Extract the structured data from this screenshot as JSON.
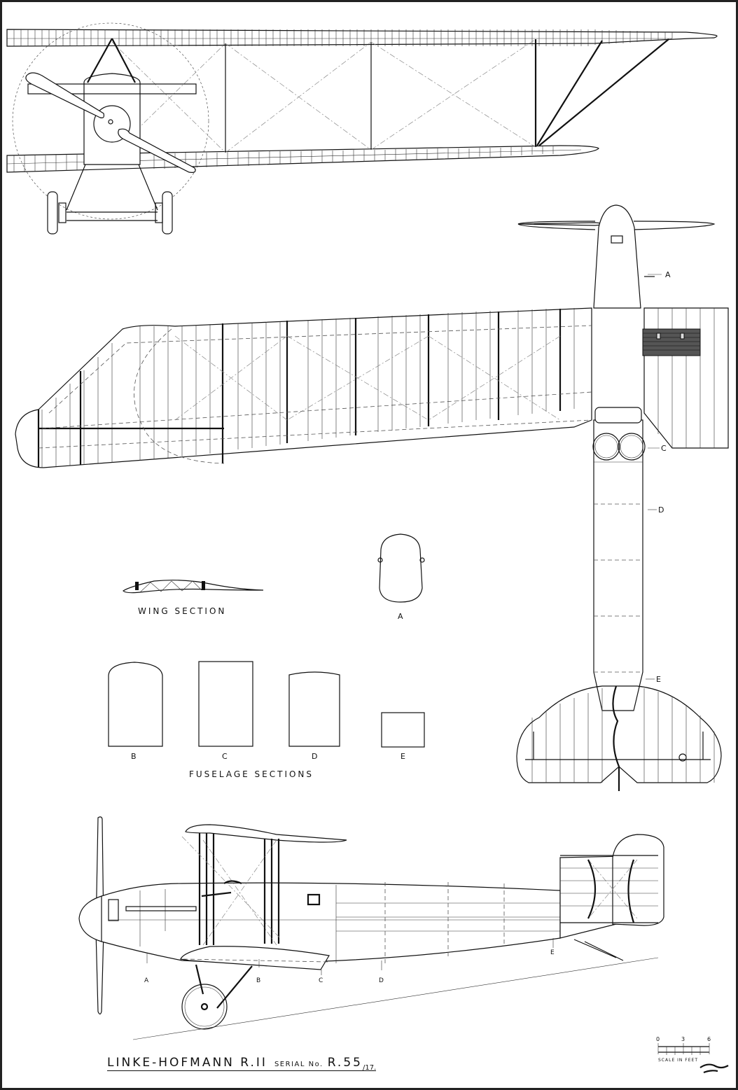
{
  "drawing": {
    "title": "LINKE-HOFMANN  R.II",
    "serial_label": "SERIAL No.",
    "serial_number": "R.55",
    "serial_year": "/17."
  },
  "views": {
    "front": {
      "name": "front-view"
    },
    "plan": {
      "name": "plan-view"
    },
    "side": {
      "name": "side-view"
    }
  },
  "wing_section": {
    "caption": "WING SECTION"
  },
  "fuselage_sections": {
    "caption": "FUSELAGE SECTIONS",
    "labels": [
      "A",
      "B",
      "C",
      "D",
      "E"
    ]
  },
  "plan_station_markers": [
    "A",
    "C",
    "D",
    "E"
  ],
  "side_station_markers": [
    "A",
    "B",
    "C",
    "D",
    "E"
  ],
  "scale_bar": {
    "ticks": [
      "0",
      "3",
      "6"
    ],
    "caption": "SCALE IN FEET"
  },
  "colors": {
    "ink": "#111111",
    "paper": "#ffffff",
    "frame": "#222222"
  }
}
